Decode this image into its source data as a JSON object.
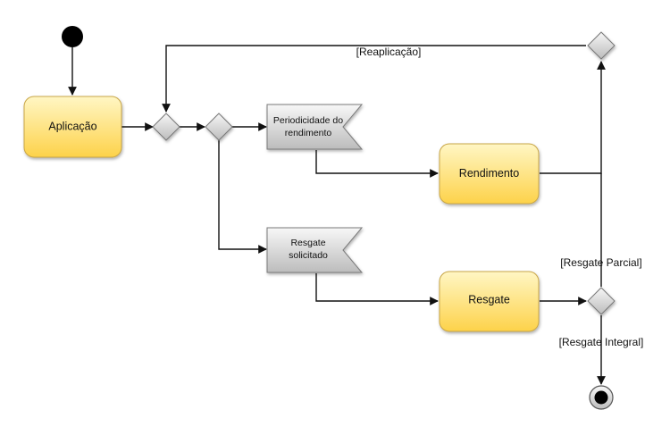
{
  "diagram": {
    "actions": {
      "aplicacao": "Aplicação",
      "rendimento": "Rendimento",
      "resgate": "Resgate"
    },
    "signals": {
      "periodicidade": [
        "Periodicidade do",
        "rendimento"
      ],
      "resgate_solicitado": [
        "Resgate",
        "solicitado"
      ]
    },
    "guards": {
      "reaplicacao": "[Reaplicação]",
      "resgate_parcial": "[Resgate Parcial]",
      "resgate_integral": "[Resgate Integral]"
    }
  },
  "colors": {
    "action_fill_top": "#fff6c4",
    "action_fill_bottom": "#fdd24a",
    "action_stroke": "#c9a646",
    "gateway_fill_top": "#f5f5f5",
    "gateway_fill_bottom": "#bdbdbd",
    "line": "#111111"
  }
}
